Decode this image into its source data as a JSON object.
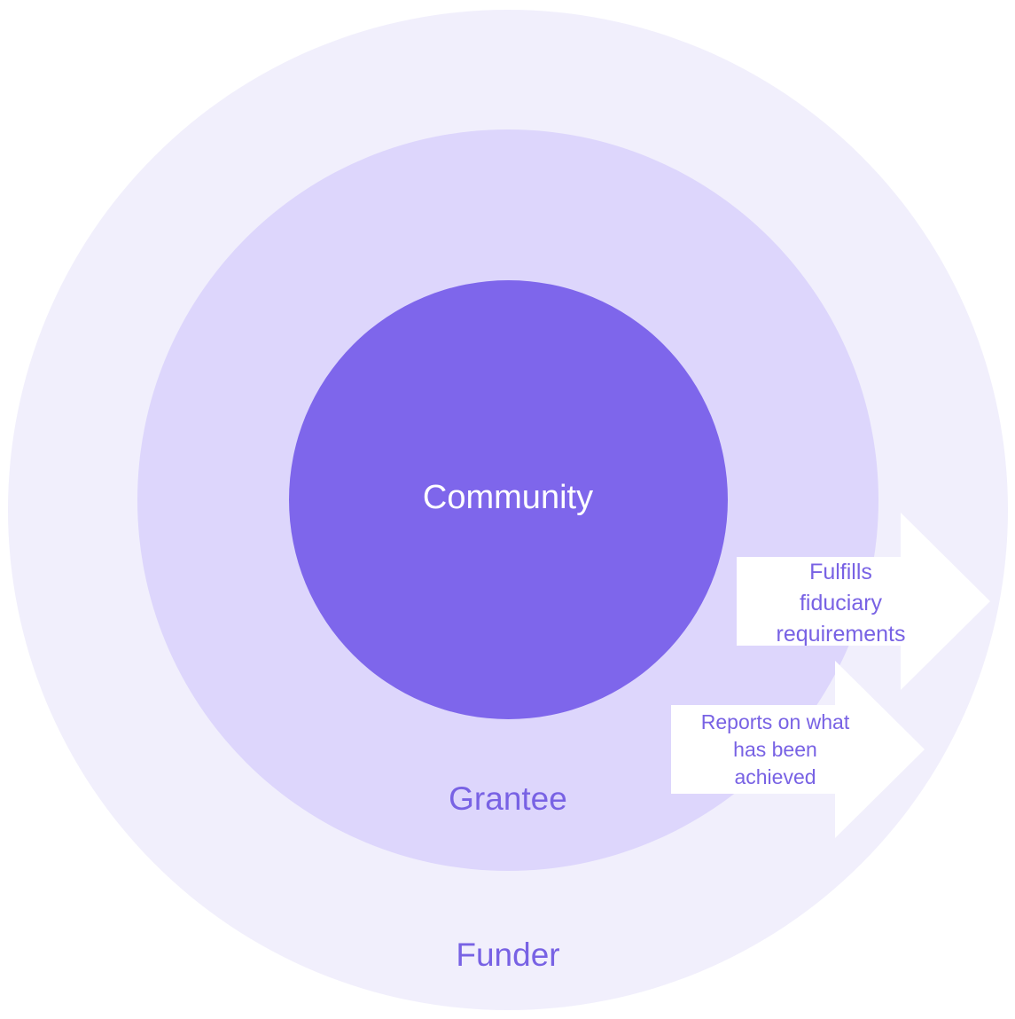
{
  "diagram": {
    "type": "nested-circles",
    "rings": [
      {
        "name": "Funder",
        "color": "#f1effc"
      },
      {
        "name": "Grantee",
        "color": "#ddd6fc"
      },
      {
        "name": "Community",
        "color": "#7e66eb"
      }
    ],
    "labels": {
      "community": "Community",
      "grantee": "Grantee",
      "funder": "Funder"
    },
    "arrows": [
      {
        "lines": [
          "Fulfills",
          "fiduciary",
          "requirements"
        ]
      },
      {
        "lines": [
          "Reports on what",
          "has been",
          "achieved"
        ]
      }
    ],
    "text_color": "#7862e4"
  }
}
